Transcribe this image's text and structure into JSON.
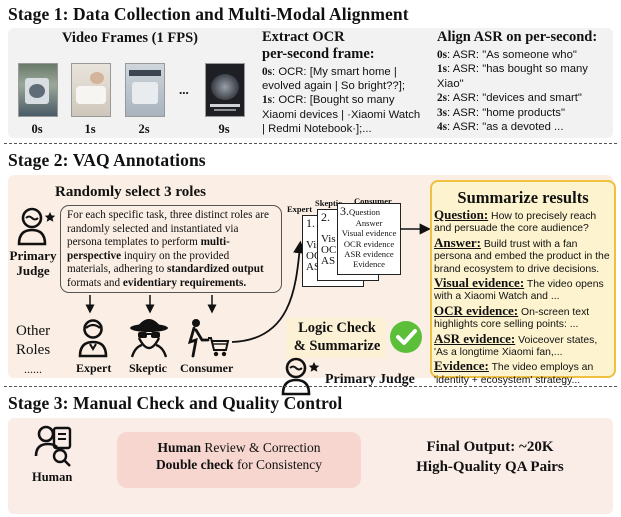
{
  "stage1": {
    "title": "Stage 1: Data Collection and Multi-Modal Alignment",
    "video_frames_heading": "Video Frames (1 FPS)",
    "frame_labels": [
      "0s",
      "1s",
      "2s",
      "9s"
    ],
    "ellipsis": "...",
    "ocr_heading_1": "Extract OCR",
    "ocr_heading_2": "per-second frame:",
    "ocr_lines": [
      {
        "sec": "0s",
        "text": ": OCR: [My smart home |"
      },
      {
        "sec": "",
        "text": "evolved again | So bright??];"
      },
      {
        "sec": "1s",
        "text": ": OCR: [Bought so many"
      },
      {
        "sec": "",
        "text": "Xiaomi devices | ·Xiaomi Watch"
      },
      {
        "sec": "",
        "text": "| Redmi Notebook·];..."
      }
    ],
    "asr_heading": "Align ASR on per-second:",
    "asr_lines": [
      {
        "sec": "0s",
        "text": ": ASR: \"As someone who\""
      },
      {
        "sec": "1s",
        "text": ": ASR: \"has bought so many"
      },
      {
        "sec": "",
        "text": "Xiao\""
      },
      {
        "sec": "2s",
        "text": ": ASR: \"devices and smart\""
      },
      {
        "sec": "3s",
        "text": ": ASR: \"home products\""
      },
      {
        "sec": "4s",
        "text": ": ASR: \"as a devoted ..."
      }
    ]
  },
  "stage2": {
    "title": "Stage 2: VAQ Annotations",
    "randomly_select": "Randomly select 3 roles",
    "primary_judge_label_1": "Primary",
    "primary_judge_label_2": "Judge",
    "description_parts": [
      "For each specific task, three distinct roles are randomly selected and instantiated via persona templates to perform ",
      "multi-perspective",
      " inquiry on the provided materials, adhering to ",
      "standardized output",
      " formats and ",
      "evidentiary requirements."
    ],
    "other_roles_1": "Other",
    "other_roles_2": "Roles",
    "roles_ellipsis": "......",
    "roles": [
      "Expert",
      "Skeptic",
      "Consumer"
    ],
    "card_roles": [
      "Expert",
      "Skeptic",
      "Consumer"
    ],
    "card_numbers": [
      "1.",
      "2.",
      "3."
    ],
    "card_fields": [
      "Question",
      "Answer",
      "Visual evidence",
      "OCR evidence",
      "ASR evidence",
      "Evidence"
    ],
    "card_peek_1": [
      "Visu",
      "OCR",
      "ASR"
    ],
    "card_peek_2": [
      "Vis",
      "OC",
      "AS"
    ],
    "logic_check_1": "Logic Check",
    "logic_check_2": "& Summarize",
    "primary_judge_bottom": "Primary Judge",
    "summary": {
      "title": "Summarize results",
      "items": [
        {
          "label": "Question:",
          "text": " How to precisely reach and persuade the core audience?"
        },
        {
          "label": "Answer:",
          "text": " Build trust with a fan persona and embed the product in the brand ecosystem to drive decisions."
        },
        {
          "label": "Visual evidence:",
          "text": " The video opens with a Xiaomi Watch and ..."
        },
        {
          "label": "OCR evidence:",
          "text": " On-screen text highlights core selling points: ..."
        },
        {
          "label": "ASR evidence:",
          "text": " Voiceover states, 'As a longtime Xiaomi fan,..."
        },
        {
          "label": "Evidence:",
          "text": " The video employs an 'identity + ecosystem' strategy..."
        }
      ]
    }
  },
  "stage3": {
    "title": "Stage 3: Manual Check and Quality Control",
    "human_label": "Human",
    "review_bold_1": "Human",
    "review_rest_1": " Review & Correction",
    "review_bold_2": "Double check",
    "review_rest_2": " for Consistency",
    "final_output_1": "Final Output: ~20K",
    "final_output_2": "High-Quality QA Pairs"
  },
  "colors": {
    "stage1_bg": "#f2f2f2",
    "stage2_bg": "#fbeee4",
    "summary_bg": "#fdf3cf",
    "summary_border": "#f0c040",
    "logic_bg": "#fcf1d4",
    "check_green": "#5cbf3a",
    "stage3_bg": "#faece6",
    "review_bg": "#f6d6cf"
  }
}
